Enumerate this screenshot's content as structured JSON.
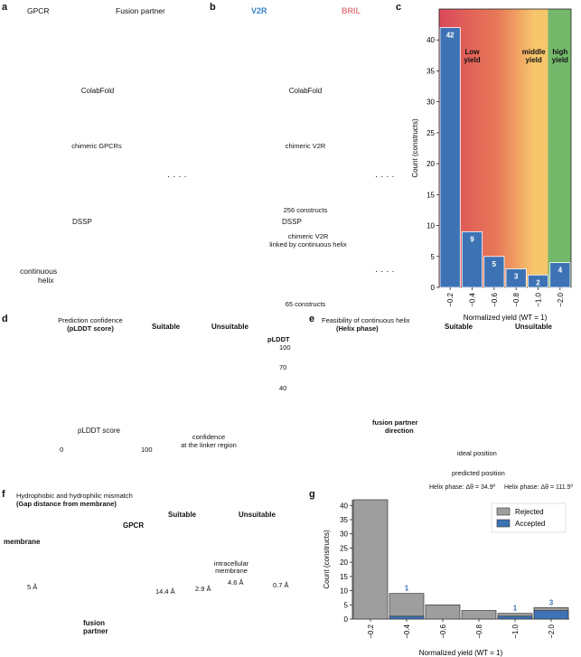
{
  "panels": {
    "a": {
      "label": "a",
      "gpcr": "GPCR",
      "fusion": "Fusion partner",
      "colabfold": "ColabFold",
      "chimeric": "chimeric GPCRs",
      "dssp": "DSSP",
      "continuous": "continuous",
      "helix": "helix",
      "dots": "· · · ·"
    },
    "b": {
      "label": "b",
      "v2r": "V2R",
      "bril": "BRIL",
      "colabfold": "ColabFold",
      "chimeric": "chimeric V2R",
      "constructs256": "256 constructs",
      "dssp": "DSSP",
      "linked1": "chimeric V2R",
      "linked2": "linked by continuous helix",
      "constructs65": "65 constructs",
      "dots": "· · · ·"
    },
    "c": {
      "label": "c"
    },
    "d": {
      "label": "d",
      "title1": "Prediction confidence",
      "title2": "(pLDDT score)",
      "scale_label": "pLDDT score",
      "scale_min": "0",
      "scale_max": "100",
      "suitable": "Suitable",
      "unsuitable": "Unsuitable",
      "plddt_title": "pLDDT",
      "plddt_100": "100",
      "plddt_70": "70",
      "plddt_40": "40",
      "conf1": "confidence",
      "conf2": "at the linker region"
    },
    "e": {
      "label": "e",
      "title1": "Feasibility of continuous helix",
      "title2": "(Helix phase)",
      "suitable": "Suitable",
      "unsuitable": "Unsuitable",
      "fusion1": "fusion partner",
      "fusion2": "direction",
      "ideal": "ideal position",
      "predicted": "predicted position",
      "phase1": "Helix phase: Δθ = 34.9º",
      "phase2": "Helix phase: Δθ = 111.5º"
    },
    "f": {
      "label": "f",
      "title1": "Hydrophobic and hydrophilic mismatch",
      "title2": "(Gap distance from membrane)",
      "membrane": "membrane",
      "gpcr": "GPCR",
      "gap": "5 Å",
      "fusion1": "fusion",
      "fusion2": "partner",
      "suitable": "Suitable",
      "unsuitable": "Unsuitable",
      "intra1": "intracellular",
      "intra2": "membrane",
      "d1": "14.4 Å",
      "d2": "2.9 Å",
      "d3": "4.6 Å",
      "d4": "0.7 Å"
    },
    "g": {
      "label": "g"
    }
  },
  "chart_data": [
    {
      "type": "bar",
      "panel": "c",
      "categories": [
        "−0.2",
        "−0.4",
        "−0.6",
        "−0.8",
        "−1.0",
        "−2.0"
      ],
      "values": [
        42,
        9,
        5,
        3,
        2,
        4
      ],
      "data_labels": [
        "42",
        "9",
        "5",
        "3",
        "2",
        "4"
      ],
      "xlabel": "Normalized yield (WT = 1)",
      "ylabel": "Count (constructs)",
      "ylim": [
        0,
        45
      ],
      "yticks": [
        0,
        5,
        10,
        15,
        20,
        25,
        30,
        35,
        40
      ],
      "regions": [
        {
          "label": "Low yield",
          "line1": "Low",
          "line2": "yield",
          "color": "#e0604e"
        },
        {
          "label": "middle yield",
          "line1": "middle",
          "line2": "yield",
          "color": "#f5c26b"
        },
        {
          "label": "high yield",
          "line1": "high",
          "line2": "yield",
          "color": "#6fb56b"
        }
      ],
      "bar_color": "#3d73b5"
    },
    {
      "type": "bar",
      "panel": "g",
      "categories": [
        "−0.2",
        "−0.4",
        "−0.6",
        "−0.8",
        "−1.0",
        "−2.0"
      ],
      "series": [
        {
          "name": "Rejected",
          "values": [
            42,
            9,
            5,
            3,
            2,
            4
          ],
          "color": "#9e9e9e"
        },
        {
          "name": "Accepted",
          "values": [
            0,
            1,
            0,
            0,
            1,
            3
          ],
          "color": "#3d73b5"
        }
      ],
      "accepted_labels": [
        "",
        "1",
        "",
        "",
        "1",
        "3"
      ],
      "xlabel": "Normalized yield (WT = 1)",
      "ylabel": "Count (constructs)",
      "ylim": [
        0,
        42
      ],
      "yticks": [
        0,
        5,
        10,
        15,
        20,
        25,
        30,
        35,
        40
      ],
      "legend": "top-right"
    }
  ]
}
